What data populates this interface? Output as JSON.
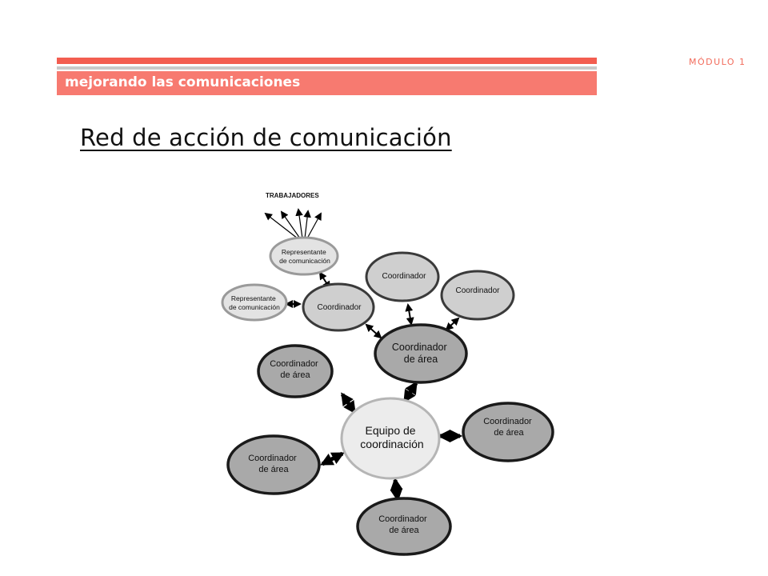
{
  "header": {
    "module": "MÓDULO 1",
    "banner": "mejorando las comunicaciones"
  },
  "title": "Red de acción de comunicación",
  "diagram": {
    "workers_label": "TRABAJADORES",
    "nodes": {
      "rep_top": [
        "Representante",
        "de comunicación"
      ],
      "rep_left": [
        "Representante",
        "de comunicación"
      ],
      "coord_small": [
        "Coordinador"
      ],
      "coord_top1": [
        "Coordinador"
      ],
      "coord_top2": [
        "Coordinador"
      ],
      "area_hub": [
        "Coordinador",
        "de área"
      ],
      "area_left_upper": [
        "Coordinador",
        "de área"
      ],
      "area_left_lower": [
        "Coordinador",
        "de área"
      ],
      "area_right": [
        "Coordinador",
        "de área"
      ],
      "area_bottom": [
        "Coordinador",
        "de área"
      ],
      "equipo": [
        "Equipo de",
        "coordinación"
      ]
    }
  }
}
